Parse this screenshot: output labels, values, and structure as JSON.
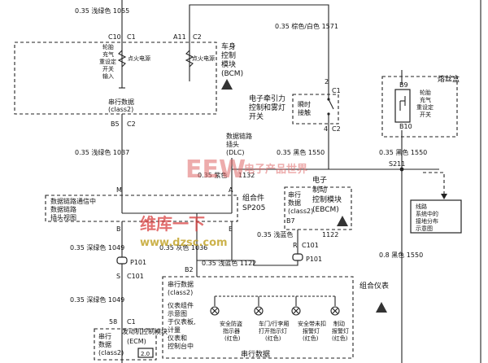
{
  "wires": {
    "top_left": "0.35 浅绿色 1055",
    "top_mid": "0.35 棕色/白色 1571",
    "left_1037": "0.35 浅绿色 1037",
    "purple_1132": "0.35 紫色",
    "num_1132": "1132",
    "black_1550_mid": "0.35 黑色 1550",
    "black_1550_right": "0.35 黑色 1550",
    "dkgreen_1049_a": "0.35 深绿色 1049",
    "gray_1036": "0.35 灰色 1036",
    "ltblue_1122_a": "0.35 浅蓝色 1122",
    "ltblue_1122_b": "0.35 浅蓝色",
    "num_1122_b": "1122",
    "dkgreen_1049_b": "0.35 深绿色 1049",
    "black_1550_bottom": "0.8 黑色 1550"
  },
  "connectors": {
    "c10": "C10",
    "c1a": "C1",
    "a11": "A11",
    "c2a": "C2",
    "b5": "B5",
    "c2b": "C2",
    "pin2": "2",
    "c1b": "C1",
    "pin4": "4",
    "c2c": "C2",
    "b9": "B9",
    "b10": "B10",
    "s211": "S211",
    "m": "M",
    "a": "A",
    "b": "B",
    "e": "E",
    "b7": "B7",
    "b2": "B2",
    "r": "R",
    "c101a": "C101",
    "p101a": "P101",
    "p101b": "P101",
    "s": "S",
    "c101b": "C101",
    "pin58": "58",
    "c1c": "C1"
  },
  "components": {
    "tire_input_1": "轮胎",
    "tire_input_2": "充气",
    "tire_input_3": "重设定",
    "tire_input_4": "开关",
    "tire_input_5": "输入",
    "ign_power_1": "点火电源",
    "ign_power_2": "点火电源",
    "bcm_1": "车身",
    "bcm_2": "控制",
    "bcm_3": "模块",
    "bcm_4": "(BCM)",
    "serial_bcm_1": "串行数据",
    "serial_bcm_2": "(class2)",
    "traction_1": "电子牵引力",
    "traction_2": "控制和雾灯",
    "traction_3": "开关",
    "momentary_1": "瞬时",
    "momentary_2": "接触",
    "fuse_box": "熔丝盒",
    "tire_sw_1": "轮胎",
    "tire_sw_2": "充气",
    "tire_sw_3": "重设定",
    "tire_sw_4": "开关",
    "dlc_1": "数据链路",
    "dlc_2": "插头",
    "dlc_3": "(DLC)",
    "hub_1": "数据链路通信中",
    "hub_2": "数据链路",
    "hub_3": "插头视图",
    "splice_1": "组合件",
    "splice_2": "SP205",
    "ebcm_serial_1": "串行",
    "ebcm_serial_2": "数据",
    "ebcm_serial_3": "(class2)",
    "ebcm_1": "电子",
    "ebcm_2": "制动",
    "ebcm_3": "控制模块",
    "ebcm_4": "(EBCM)",
    "ground_dist_1": "线路",
    "ground_dist_2": "系统中的",
    "ground_dist_3": "接地分布",
    "ground_dist_4": "示意图",
    "cluster": "组合仪表",
    "cl_serial_1": "串行数据",
    "cl_serial_2": "(class2)",
    "cl_desc_1": "仪表组件",
    "cl_desc_2": "示意图",
    "cl_desc_3": "于仪表板,",
    "cl_desc_4": "计量",
    "cl_desc_5": "仪表和",
    "cl_desc_6": "控制台中",
    "lamp1_1": "安全防盗",
    "lamp1_2": "指示器",
    "lamp1_3": "(红色)",
    "lamp2_1": "车门/行李厢",
    "lamp2_2": "打开指示灯",
    "lamp2_3": "(红色)",
    "lamp3_1": "安全带未扣",
    "lamp3_2": "报警灯",
    "lamp3_3": "(红色)",
    "lamp4_1": "制动",
    "lamp4_2": "报警灯",
    "lamp4_3": "(红色)",
    "serial_bus": "串行数据",
    "ecm_serial_1": "串行",
    "ecm_serial_2": "数据",
    "ecm_serial_3": "(class2)",
    "ecm_1": "发动机控制模块",
    "ecm_2": "(ECM)",
    "ecm_page": "2.0"
  },
  "watermarks": {
    "eew": "EEW",
    "eew_sub": "电子产品世界",
    "weiku": "维库一下",
    "url": "www.dzsc.com"
  },
  "colors": {
    "line": "#222222",
    "watermark_red": "#e06a6a",
    "watermark_gold": "#c0a020"
  }
}
